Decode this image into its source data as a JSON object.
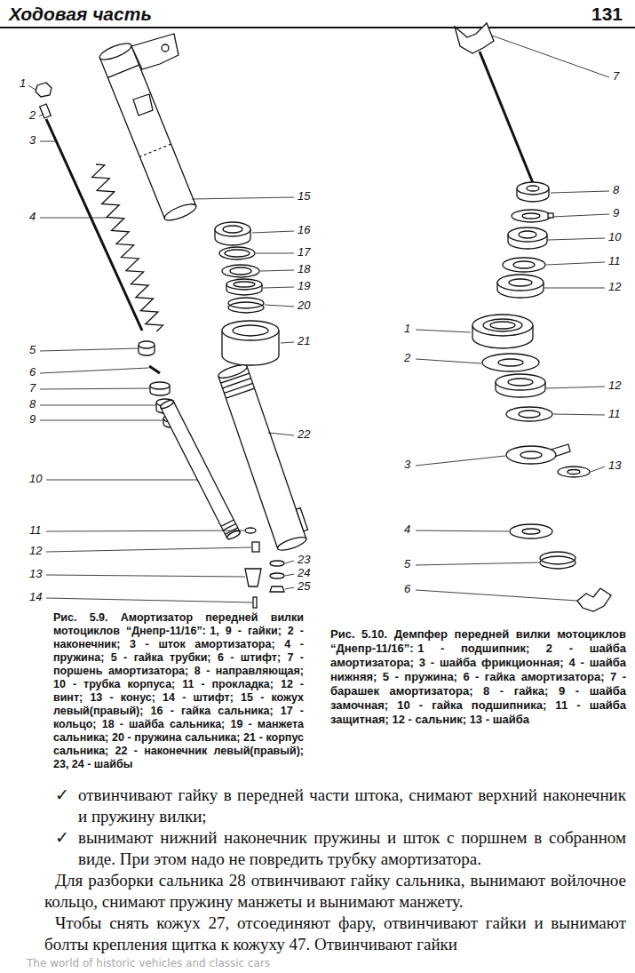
{
  "diagram": {
    "labels": [
      "Ходовая часть",
      "131",
      "1",
      "2",
      "3",
      "4",
      "5",
      "6",
      "7",
      "8",
      "9",
      "10",
      "11",
      "12",
      "13",
      "14",
      "15",
      "16",
      "17",
      "18",
      "19",
      "20",
      "21",
      "22",
      "23",
      "24",
      "25",
      "7",
      "8",
      "9",
      "10",
      "11",
      "12",
      "1",
      "2",
      "12",
      "11",
      "3",
      "13",
      "4",
      "5",
      "6",
      "Рис. 5.9. Амортизатор передней вилки мотоциклов “Днепр-11/16”:",
      "1, 9 - гайки; 2 - наконечник; 3 - шток амортизатора; 4 - пружина; 5 - гайка трубки; 6 - штифт; 7 - поршень амортизатора; 8 - направляющая; 10 - трубка корпуса; 11 - прокладка; 12 - винт; 13 - конус; 14 - штифт; 15 - кожух левый(правый); 16 - гайка сальника; 17 - кольцо; 18 - шайба сальника; 19 - манжета сальника; 20 - пружина сальника; 21 - корпус сальника; 22 - наконечник левый(правый); 23, 24 - шайбы",
      "Рис. 5.10. Демпфер передней вилки мотоциклов “Днепр-11/16”:",
      "1 - подшипник; 2 - шайба амортизатора; 3 - шайба фрикционная; 4 - шайба нижняя; 5 - пружина; 6 - гайка амортизатора; 7 - барашек амортизатора; 8 - гайка; 9 - шайба замочная; 10 - гайка подшипника; 11 - шайба защитная; 12 - сальник; 13 - шайба",
      "✓",
      "отвинчивают гайку в передней части штока, снимают верхний наконечник и пружину вилки;",
      "✓",
      "вынимают нижний наконечник пружины и шток с поршнем в собранном виде. При этом надо не повредить трубку амортизатора.",
      "Для разборки сальника 28 отвинчивают гайку сальника, вынимают войлочное кольцо, снимают пружину манжеты и вынимают манжету.",
      "Чтобы снять кожух 27, отсоединяют фару, отвинчивают гайки и вынимают болты крепления щитка к кожуху 47. Отвинчивают гайки",
      "The world of historic vehicles and classic cars"
    ]
  }
}
